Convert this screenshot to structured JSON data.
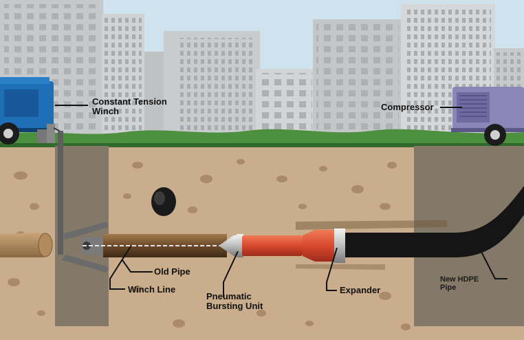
{
  "labels": {
    "winch": "Constant Tension Winch",
    "compressor": "Compressor",
    "old_pipe": "Old Pipe",
    "winch_line": "Winch Line",
    "bursting_unit": "Pneumatic Bursting Unit",
    "expander": "Expander",
    "new_pipe": "New HDPE Pipe"
  },
  "colors": {
    "sky": "#cfe3ef",
    "building": "#c9cbcd",
    "grass": "#4c8f3e",
    "soil": "#c9ad8c",
    "pit": "#7e7466",
    "winch_truck": "#1f6fb6",
    "compressor": "#8a86b8",
    "bursting_unit": "#d8492e",
    "hdpe_pipe": "#151515",
    "old_pipe": "#6b4a2a"
  }
}
